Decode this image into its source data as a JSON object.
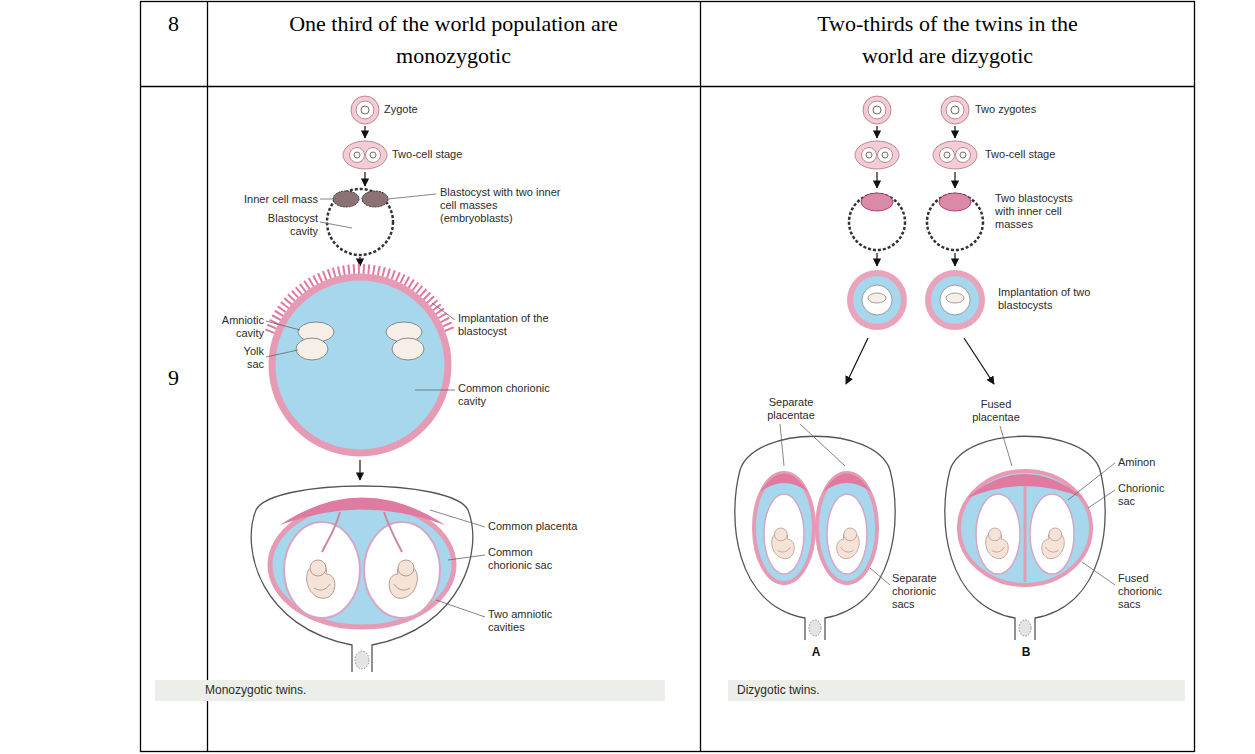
{
  "diagram": {
    "labels": [
      "8",
      "One third of the world population are monozygotic",
      "Two-thirds of the twins in the world are dizygotic",
      "9",
      "Zygote",
      "Two-cell stage",
      "Inner cell mass",
      "Blastocyst with two inner cell masses (embryoblasts)",
      "Blastocyst cavity",
      "Amniotic cavity",
      "Implantation of the blastocyst",
      "Yolk sac",
      "Common chorionic cavity",
      "Common placenta",
      "Common chorionic sac",
      "Two amniotic cavities",
      "Monozygotic twins.",
      "Two zygotes",
      "Two-cell stage",
      "Two blastocysts with inner cell masses",
      "Implantation of two blastocysts",
      "Separate placentae",
      "Fused placentae",
      "Aminon",
      "Chorionic sac",
      "Separate chorionic sacs",
      "Fused chorionic sacs",
      "A",
      "B",
      "Dizygotic twins."
    ]
  }
}
